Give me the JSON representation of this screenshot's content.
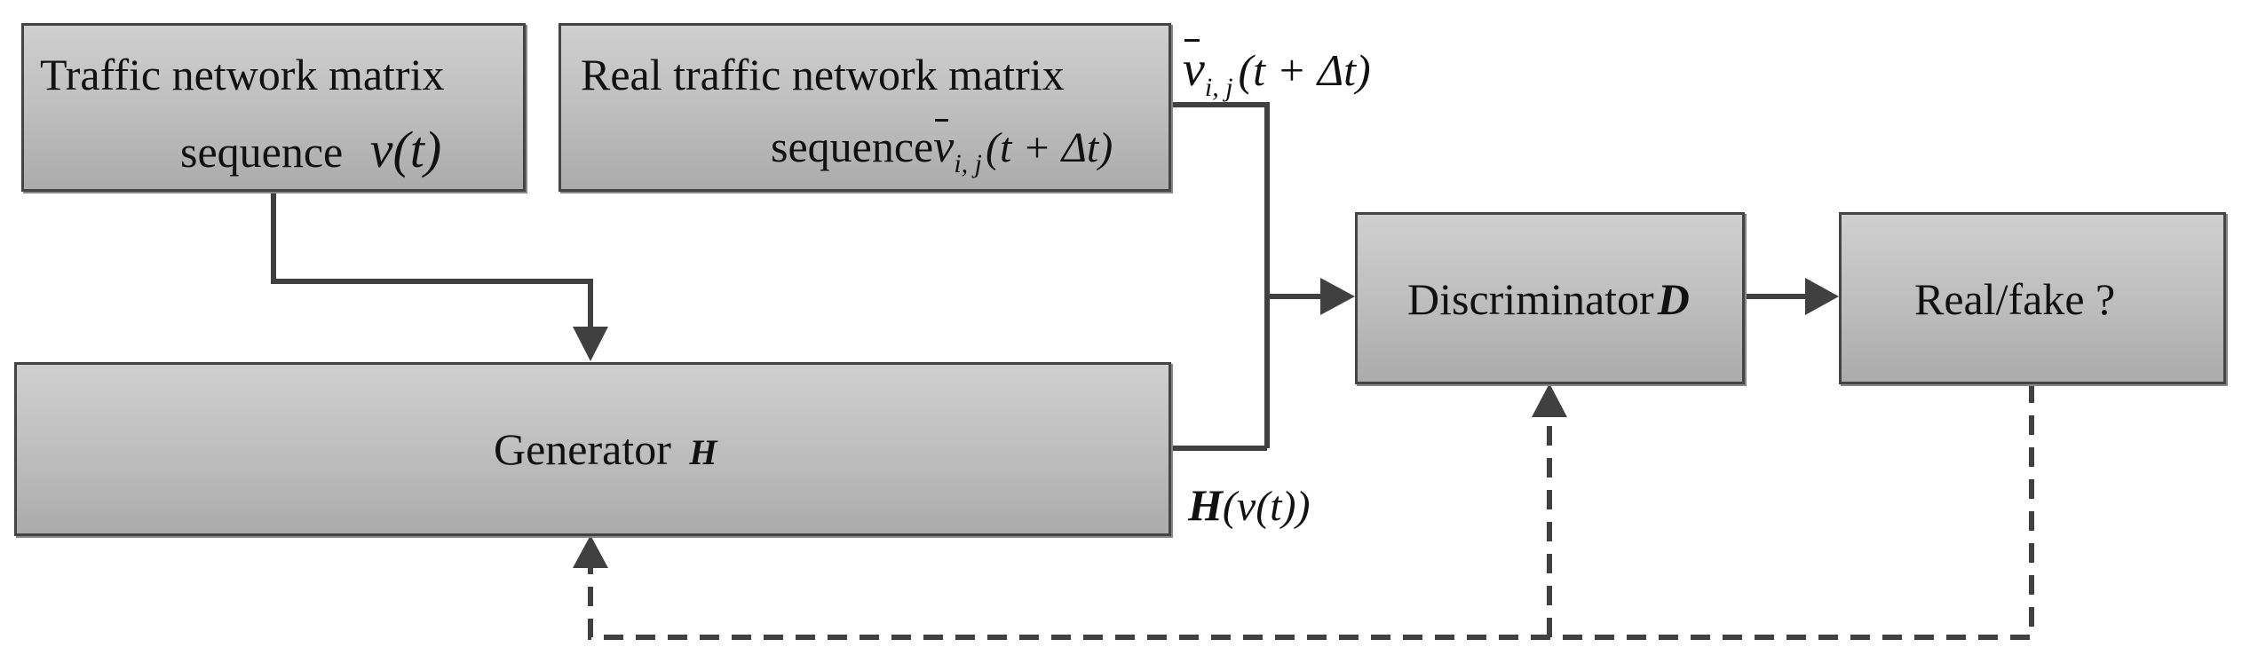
{
  "boxes": {
    "input": {
      "line1": "Traffic network matrix",
      "line2_text": "sequence",
      "line2_math": "v(t)"
    },
    "real": {
      "line1": "Real traffic network matrix",
      "line2_text": "sequence",
      "math_var": "v",
      "math_sub": "i, j",
      "math_arg": "(t + Δt)"
    },
    "generator": {
      "label": "Generator",
      "symbol": "H"
    },
    "discriminator": {
      "label": "Discriminator",
      "symbol": "D"
    },
    "output": {
      "label": "Real/fake ?"
    }
  },
  "annotations": {
    "real_output": {
      "math_var": "v",
      "math_sub": "i, j",
      "math_arg": "(t + Δt)"
    },
    "generator_output": {
      "symbol": "H",
      "math_arg": "(v(t))"
    }
  },
  "colors": {
    "box_fill_top": "#cfcfcf",
    "box_fill_bottom": "#ababab",
    "line": "#404040"
  }
}
